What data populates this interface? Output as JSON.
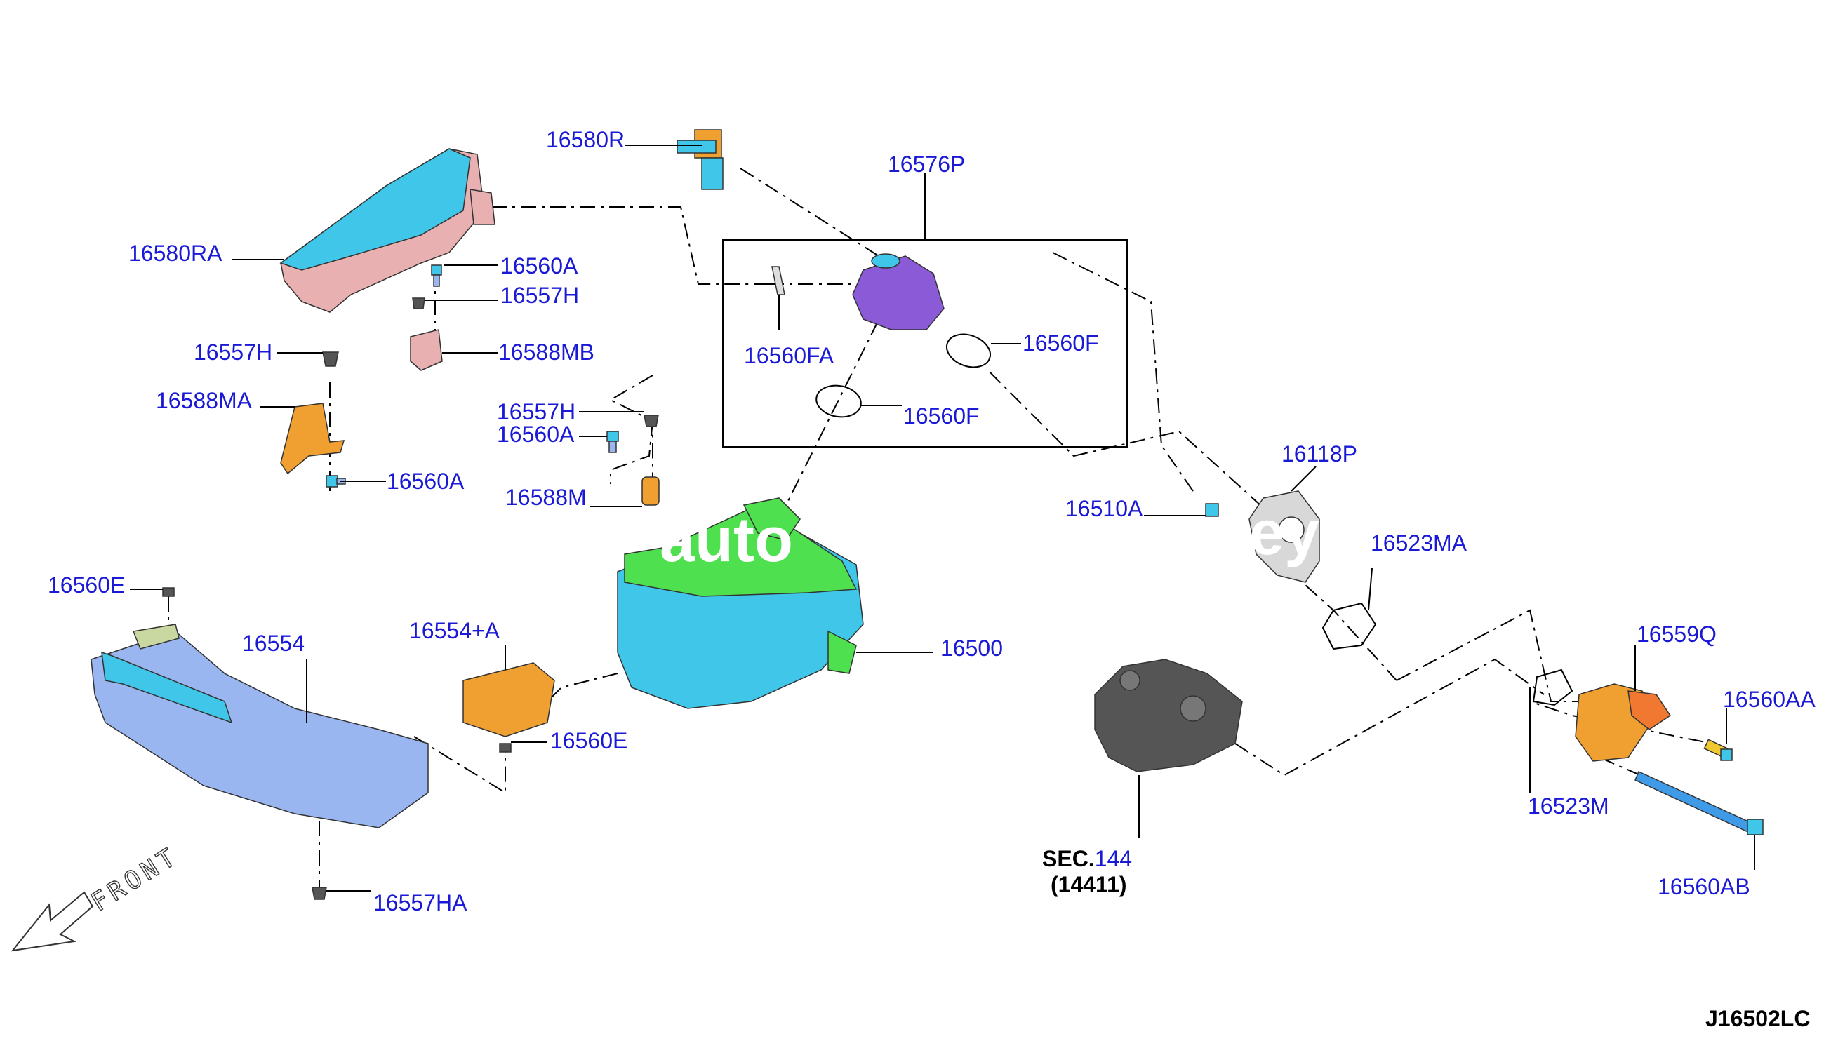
{
  "diagram": {
    "code": "J16502LC",
    "front_label": "FRONT",
    "watermark": "auto",
    "watermark2": "ey",
    "sec_label": "SEC.",
    "sec_number": "144",
    "sec_sub": "(14411)",
    "colors": {
      "label": "#1a1ad6",
      "cyan_part": "#3fc6e8",
      "green_part": "#4fe04f",
      "purple_part": "#8b5ad6",
      "orange_part": "#f0a030",
      "pink_part": "#e8b0b0",
      "blue_part": "#9ab6f0",
      "grey_part": "#555555"
    },
    "labels": {
      "p16580R": "16580R",
      "p16576P": "16576P",
      "p16580RA": "16580RA",
      "p16560A_1": "16560A",
      "p16557H_1": "16557H",
      "p16557H_2": "16557H",
      "p16588MB": "16588MB",
      "p16588MA": "16588MA",
      "p16560A_2": "16560A",
      "p16557H_3": "16557H",
      "p16560A_3": "16560A",
      "p16588M": "16588M",
      "p16560FA": "16560FA",
      "p16560F_1": "16560F",
      "p16560F_2": "16560F",
      "p16118P": "16118P",
      "p16510A": "16510A",
      "p16523MA": "16523MA",
      "p16560E_1": "16560E",
      "p16554": "16554",
      "p16554A": "16554+A",
      "p16500": "16500",
      "p16560E_2": "16560E",
      "p16557HA": "16557HA",
      "p16559Q": "16559Q",
      "p16560AA": "16560AA",
      "p16523M": "16523M",
      "p16560AB": "16560AB"
    }
  }
}
